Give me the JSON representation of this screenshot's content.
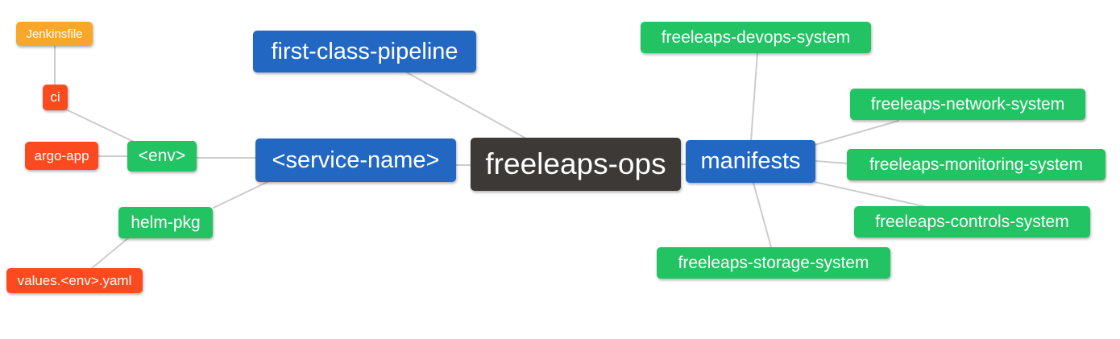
{
  "mindmap": {
    "title": "freeleaps-ops mind map",
    "palette": {
      "root": "#3D3936",
      "branch": "#2268C2",
      "green": "#22C363",
      "red": "#FB4A1F",
      "orange": "#F9A72B",
      "edge": "#CCCCCC",
      "text": "#FFFFFF",
      "background": "#FFFFFF"
    },
    "nodes": {
      "root": {
        "label": "freeleaps-ops"
      },
      "first_class_pipeline": {
        "label": "first-class-pipeline"
      },
      "service_name": {
        "label": "<service-name>"
      },
      "env": {
        "label": "<env>"
      },
      "ci": {
        "label": "ci"
      },
      "jenkinsfile": {
        "label": "Jenkinsfile"
      },
      "argo_app": {
        "label": "argo-app"
      },
      "helm_pkg": {
        "label": "helm-pkg"
      },
      "values_env_yaml": {
        "label": "values.<env>.yaml"
      },
      "manifests": {
        "label": "manifests"
      },
      "devops_system": {
        "label": "freeleaps-devops-system"
      },
      "network_system": {
        "label": "freeleaps-network-system"
      },
      "monitoring_system": {
        "label": "freeleaps-monitoring-system"
      },
      "controls_system": {
        "label": "freeleaps-controls-system"
      },
      "storage_system": {
        "label": "freeleaps-storage-system"
      }
    },
    "edges": [
      [
        "jenkinsfile",
        "ci"
      ],
      [
        "ci",
        "env"
      ],
      [
        "argo_app",
        "env"
      ],
      [
        "env",
        "service_name"
      ],
      [
        "service_name",
        "helm_pkg"
      ],
      [
        "helm_pkg",
        "values_env_yaml"
      ],
      [
        "service_name",
        "root"
      ],
      [
        "first_class_pipeline",
        "root"
      ],
      [
        "root",
        "manifests"
      ],
      [
        "manifests",
        "devops_system"
      ],
      [
        "manifests",
        "network_system"
      ],
      [
        "manifests",
        "monitoring_system"
      ],
      [
        "manifests",
        "controls_system"
      ],
      [
        "manifests",
        "storage_system"
      ]
    ]
  }
}
